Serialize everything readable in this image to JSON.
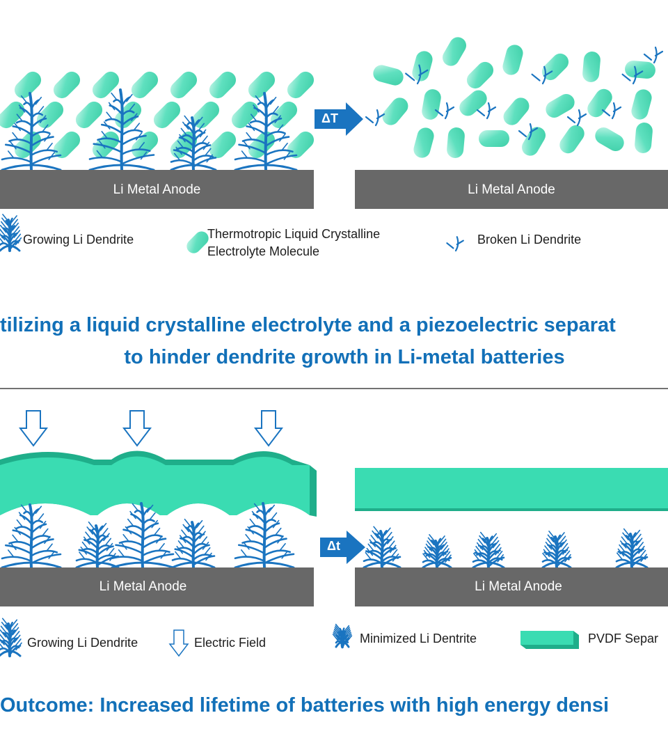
{
  "colors": {
    "anode": "#686868",
    "capsule_fill": "#5fe0bf",
    "capsule_light": "#c9f6ea",
    "dendrite": "#1a74c0",
    "separator": "#3adcb2",
    "separator_dark": "#1fae8a",
    "headline": "#1270b8",
    "divider": "#1d1d1d"
  },
  "top_section": {
    "left_anode_label": "Li Metal Anode",
    "right_anode_label": "Li Metal Anode",
    "arrow_label": "ΔT",
    "legend": {
      "growing_dendrite": "Growing Li Dendrite",
      "molecule_line1": "Thermotropic Liquid Crystalline",
      "molecule_line2": "Electrolyte Molecule",
      "broken_dendrite": "Broken Li Dendrite"
    }
  },
  "headline": {
    "line1": "tilizing a liquid crystalline electrolyte and a piezoelectric separat",
    "line2": "to hinder dendrite growth in Li-metal batteries"
  },
  "bottom_section": {
    "left_anode_label": "Li Metal Anode",
    "right_anode_label": "Li Metal Anode",
    "arrow_label": "Δt",
    "legend": {
      "growing_dendrite": "Growing Li Dendrite",
      "electric_field": "Electric Field",
      "minimized_dendrite": "Minimized Li Dentrite",
      "separator": "PVDF Separ"
    }
  },
  "outcome": "Outcome: Increased lifetime of batteries with high energy densi",
  "icons": [
    "dendrite-icon",
    "capsule-icon",
    "broken-dendrite-icon",
    "down-arrow-icon",
    "separator-icon",
    "minimized-dendrite-icon"
  ]
}
